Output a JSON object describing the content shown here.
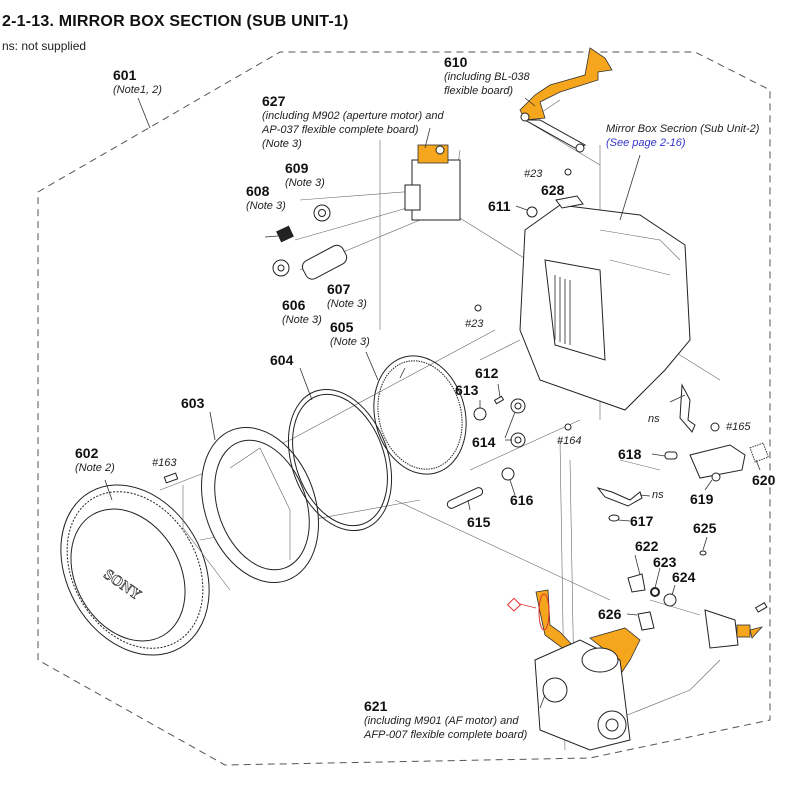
{
  "header": {
    "title": "2-1-13.  MIRROR BOX SECTION (SUB UNIT-1)",
    "legend": "ns: not supplied"
  },
  "colors": {
    "flex_board": "#f5a61c",
    "link": "#3333cc",
    "marker": "#e03030"
  },
  "parts": [
    {
      "id": "601",
      "note": "(Note1, 2)"
    },
    {
      "id": "602",
      "note": "(Note 2)"
    },
    {
      "id": "603",
      "note": ""
    },
    {
      "id": "604",
      "note": ""
    },
    {
      "id": "605",
      "note": "(Note 3)"
    },
    {
      "id": "606",
      "note": "(Note 3)"
    },
    {
      "id": "607",
      "note": "(Note 3)"
    },
    {
      "id": "608",
      "note": "(Note 3)"
    },
    {
      "id": "609",
      "note": "(Note 3)"
    },
    {
      "id": "610",
      "note_line1": "(including BL-038",
      "note_line2": "flexible board)"
    },
    {
      "id": "611",
      "note": ""
    },
    {
      "id": "612",
      "note": ""
    },
    {
      "id": "613",
      "note": ""
    },
    {
      "id": "614",
      "note": ""
    },
    {
      "id": "615",
      "note": ""
    },
    {
      "id": "616",
      "note": ""
    },
    {
      "id": "617",
      "note": ""
    },
    {
      "id": "618",
      "note": ""
    },
    {
      "id": "619",
      "note": ""
    },
    {
      "id": "620",
      "note": ""
    },
    {
      "id": "621",
      "note_line1": "(including M901 (AF motor) and",
      "note_line2": "AFP-007 flexible complete board)"
    },
    {
      "id": "622",
      "note": ""
    },
    {
      "id": "623",
      "note": ""
    },
    {
      "id": "624",
      "note": ""
    },
    {
      "id": "625",
      "note": ""
    },
    {
      "id": "626",
      "note": ""
    },
    {
      "id": "627",
      "note_line1": "(including M902 (aperture motor) and",
      "note_line2": "AP-037 flexible complete board)",
      "note_line3": "(Note 3)"
    },
    {
      "id": "628",
      "note": ""
    }
  ],
  "screws": {
    "s23a": "#23",
    "s23b": "#23",
    "s163": "#163",
    "s164": "#164",
    "s165": "#165"
  },
  "not_supplied": {
    "ns1": "ns",
    "ns2": "ns"
  },
  "cross_ref": {
    "label": "Mirror Box Secrion (Sub Unit-2)",
    "link": "(See page 2-16)"
  },
  "brand_mark": "SONY"
}
